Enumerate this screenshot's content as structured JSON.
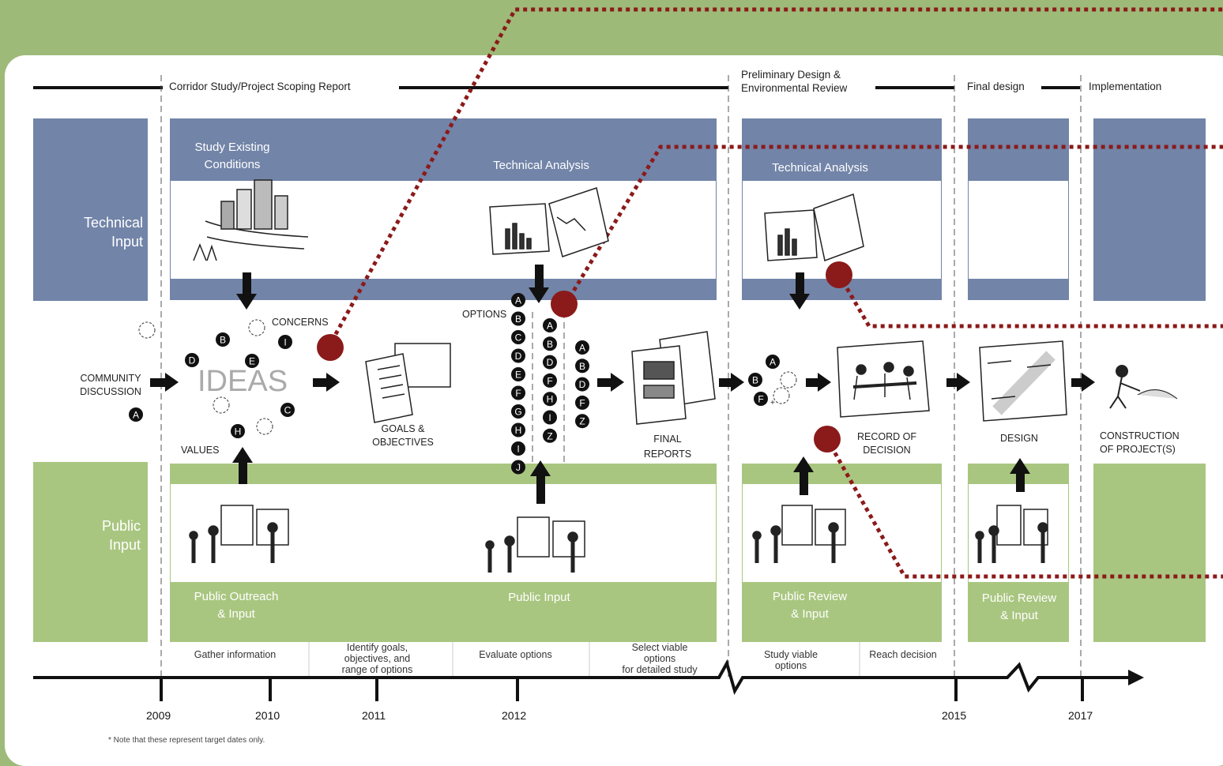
{
  "phases": {
    "corridor": "Corridor Study/Project Scoping Report",
    "prelim_line1": "Preliminary Design &",
    "prelim_line2": "Environmental Review",
    "final": "Final design",
    "implementation": "Implementation"
  },
  "rows": {
    "technical_line1": "Technical",
    "technical_line2": "Input",
    "public_line1": "Public",
    "public_line2": "Input"
  },
  "panels": {
    "study_line1": "Study Existing",
    "study_line2": "Conditions",
    "tech_analysis_1": "Technical Analysis",
    "tech_analysis_2": "Technical Analysis",
    "outreach_line1": "Public Outreach",
    "outreach_line2": "& Input",
    "public_input": "Public Input",
    "review_line1": "Public Review",
    "review_line2": "& Input",
    "final_review_line1": "Public Review",
    "final_review_line2": "& Input"
  },
  "labels": {
    "community_line1": "COMMUNITY",
    "community_line2": "DISCUSSION",
    "concerns": "CONCERNS",
    "ideas": "IDEAS",
    "values": "VALUES",
    "goals_line1": "GOALS &",
    "goals_line2": "OBJECTIVES",
    "options": "OPTIONS",
    "final_reports_line1": "FINAL",
    "final_reports_line2": "REPORTS",
    "record_line1": "RECORD OF",
    "record_line2": "DECISION",
    "design": "DESIGN",
    "construction_line1": "CONSTRUCTION",
    "construction_line2": "OF PROJECT(S)",
    "plus": "+"
  },
  "steps": {
    "s1": "Gather information",
    "s2_line1": "Identify goals,",
    "s2_line2": "objectives, and",
    "s2_line3": "range of options",
    "s3": "Evaluate options",
    "s4_line1": "Select viable",
    "s4_line2": "options",
    "s4_line3": "for detailed study",
    "s5_line1": "Study viable",
    "s5_line2": "options",
    "s6": "Reach decision"
  },
  "years": [
    "2009",
    "2010",
    "2011",
    "2012",
    "2015",
    "2017"
  ],
  "footnote": "* Note that these represent target dates only.",
  "letters": {
    "community": "A",
    "ideas": [
      "B",
      "D",
      "E",
      "I",
      "C",
      "H"
    ],
    "options_col1": [
      "A",
      "B",
      "C",
      "D",
      "E",
      "F",
      "G",
      "H",
      "I",
      "J"
    ],
    "options_col2": [
      "A",
      "B",
      "D",
      "F",
      "H",
      "I",
      "Z"
    ],
    "options_col3": [
      "A",
      "B",
      "D",
      "F",
      "Z"
    ],
    "record": [
      "A",
      "B",
      "F"
    ]
  },
  "colors": {
    "background": "#9dba78",
    "technical_band": "#7284a8",
    "public_band": "#a9c680",
    "marker": "#8b1a1a"
  }
}
